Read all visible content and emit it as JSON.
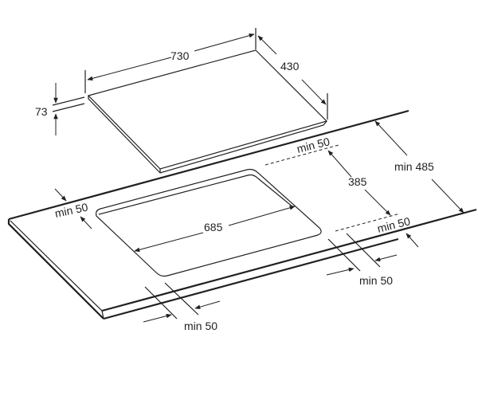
{
  "diagram": {
    "hob_width": "730",
    "hob_depth": "430",
    "hob_height": "73",
    "cutout_width": "685",
    "cutout_depth": "385",
    "worktop_depth": "min 485",
    "clearance_back": "min 50",
    "clearance_left": "min 50",
    "clearance_front_right": "min 50",
    "clearance_right": "min 50",
    "clearance_front": "min 50"
  }
}
